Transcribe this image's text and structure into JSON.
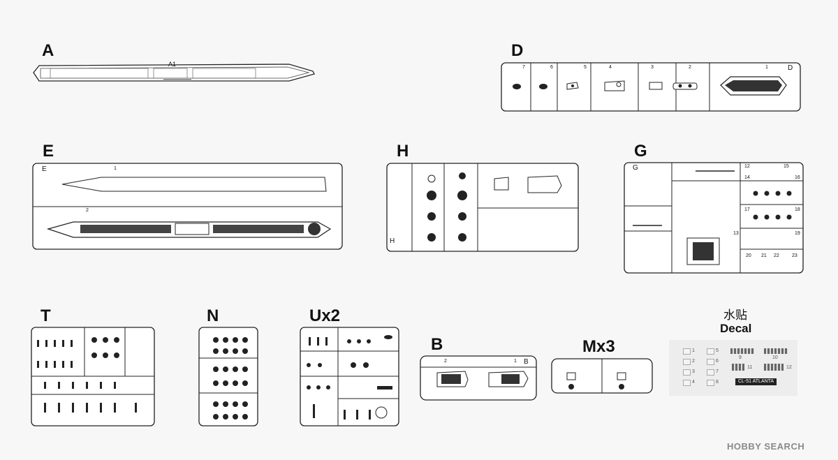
{
  "sprues": {
    "A": {
      "label": "A",
      "part": "A1"
    },
    "D": {
      "label": "D",
      "parts": [
        "7",
        "6",
        "5",
        "4",
        "3",
        "2",
        "1"
      ],
      "corner": "D"
    },
    "E": {
      "label": "E",
      "parts": [
        "1",
        "2"
      ],
      "corner": "E"
    },
    "H": {
      "label": "H",
      "corner": "H"
    },
    "G": {
      "label": "G",
      "parts": [
        "12",
        "13",
        "14",
        "15",
        "16",
        "17",
        "18",
        "19",
        "20",
        "21",
        "22",
        "23"
      ],
      "corner": "G"
    },
    "T": {
      "label": "T"
    },
    "N": {
      "label": "N"
    },
    "U": {
      "label": "Ux2"
    },
    "B": {
      "label": "B",
      "parts": [
        "2",
        "1"
      ],
      "corner": "B"
    },
    "M": {
      "label": "Mx3"
    }
  },
  "decal": {
    "label_cn": "水贴",
    "label_en": "Decal",
    "numbers": [
      "1",
      "2",
      "3",
      "4",
      "5",
      "6",
      "7",
      "8",
      "9",
      "10",
      "11",
      "12"
    ],
    "sheet_title": "CL-51 ATLANTA"
  },
  "watermark": "HOBBY SEARCH"
}
